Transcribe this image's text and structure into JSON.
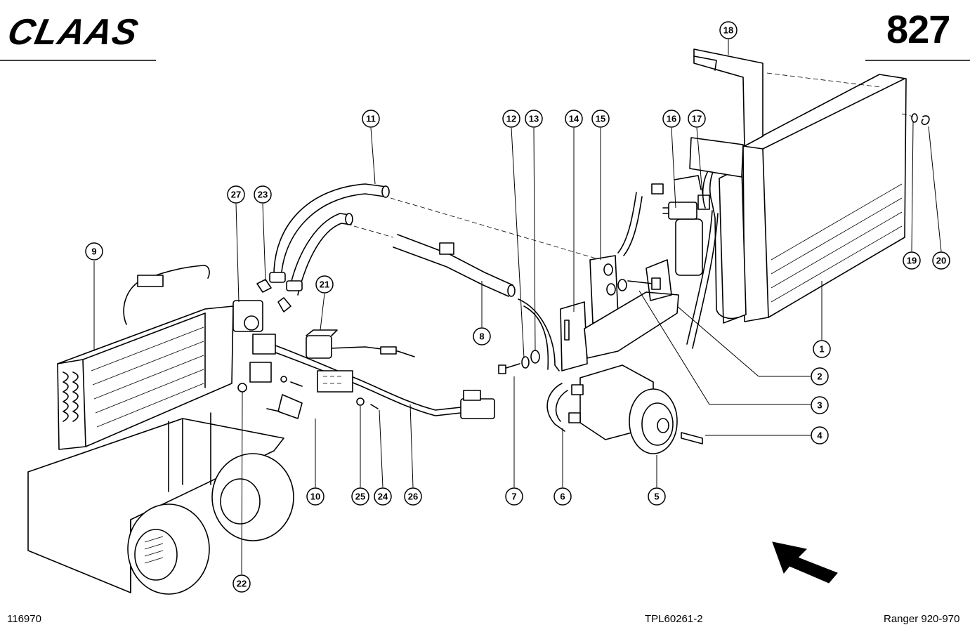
{
  "header": {
    "brand": "CLAAS",
    "page_number": "827"
  },
  "footer": {
    "drawing_number": "116970",
    "plate_ref": "TPL60261-2",
    "model": "Ranger 920-970"
  },
  "callouts": [
    {
      "id": "c1",
      "label": "1"
    },
    {
      "id": "c2",
      "label": "2"
    },
    {
      "id": "c3",
      "label": "3"
    },
    {
      "id": "c4",
      "label": "4"
    },
    {
      "id": "c5",
      "label": "5"
    },
    {
      "id": "c6",
      "label": "6"
    },
    {
      "id": "c7",
      "label": "7"
    },
    {
      "id": "c8",
      "label": "8"
    },
    {
      "id": "c9",
      "label": "9"
    },
    {
      "id": "c10",
      "label": "10"
    },
    {
      "id": "c11",
      "label": "11"
    },
    {
      "id": "c12",
      "label": "12"
    },
    {
      "id": "c13",
      "label": "13"
    },
    {
      "id": "c14",
      "label": "14"
    },
    {
      "id": "c15",
      "label": "15"
    },
    {
      "id": "c16",
      "label": "16"
    },
    {
      "id": "c17",
      "label": "17"
    },
    {
      "id": "c18",
      "label": "18"
    },
    {
      "id": "c19",
      "label": "19"
    },
    {
      "id": "c20",
      "label": "20"
    },
    {
      "id": "c21",
      "label": "21"
    },
    {
      "id": "c22",
      "label": "22"
    },
    {
      "id": "c23",
      "label": "23"
    },
    {
      "id": "c24",
      "label": "24"
    },
    {
      "id": "c25",
      "label": "25"
    },
    {
      "id": "c26",
      "label": "26"
    },
    {
      "id": "c27",
      "label": "27"
    }
  ]
}
